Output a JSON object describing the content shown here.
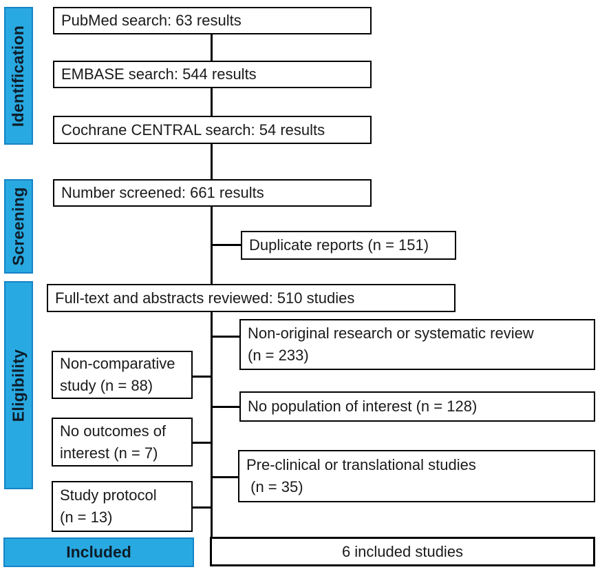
{
  "diagram": {
    "type": "prisma-flow",
    "colors": {
      "stage_fill": "#29A9E1",
      "stage_border": "#1583C6",
      "box_border": "#000000",
      "text": "#1a1a1a"
    },
    "stages": {
      "identification": "Identification",
      "screening": "Screening",
      "eligibility": "Eligibility",
      "included": "Included"
    },
    "boxes": {
      "pubmed": {
        "label": "PubMed search: 63 results"
      },
      "embase": {
        "label": "EMBASE search: 544 results"
      },
      "cochrane": {
        "label": "Cochrane CENTRAL search: 54 results"
      },
      "screened": {
        "label": "Number screened: 661 results"
      },
      "duplicates": {
        "label": "Duplicate reports (n = 151)"
      },
      "fulltext": {
        "label": "Full-text and abstracts reviewed: 510 studies"
      },
      "non_original": {
        "line1": "Non-original research or systematic review",
        "line2": "(n = 233)"
      },
      "non_comparative": {
        "line1": "Non-comparative",
        "line2": "study (n = 88)"
      },
      "no_population": {
        "label": "No population of interest (n = 128)"
      },
      "no_outcomes": {
        "line1": "No outcomes of",
        "line2": "interest (n = 7)"
      },
      "preclinical": {
        "line1": "Pre-clinical or translational studies",
        "line2": " (n = 35)"
      },
      "protocol": {
        "line1": "Study protocol",
        "line2": "(n = 13)"
      },
      "included_studies": {
        "label": "6 included studies"
      }
    }
  }
}
